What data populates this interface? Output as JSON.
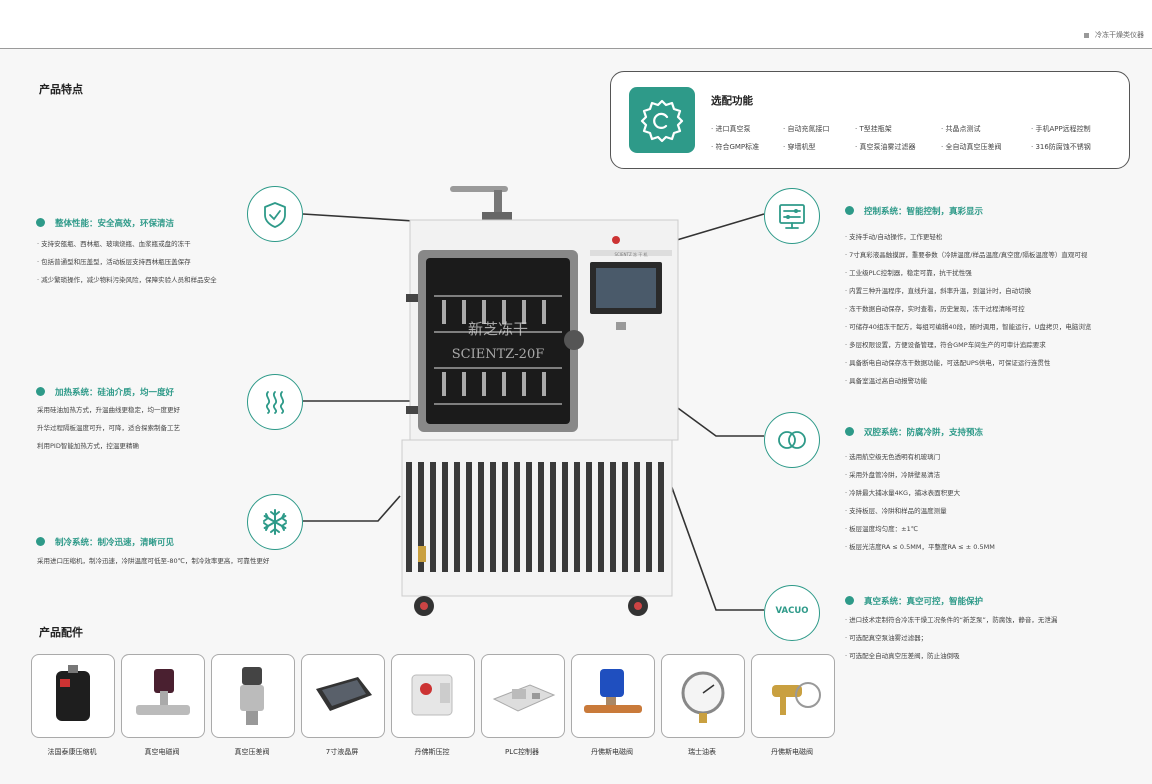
{
  "header": {
    "category": "冷冻干燥类仪器"
  },
  "features_heading": "产品特点",
  "options": {
    "title": "选配功能",
    "items": [
      "· 进口真空泵",
      "· 自动充氮接口",
      "· T型挂瓶架",
      "· 共晶点测试",
      "· 手机APP远程控制",
      "· 符合GMP标准",
      "· 穿墙机型",
      "· 真空泵油雾过滤器",
      "· 全自动真空压差阀",
      "· 316防腐蚀不锈钢"
    ]
  },
  "overall": {
    "title": "整体性能：安全高效，环保清洁",
    "lines": [
      "· 支持安瓿瓶、西林瓶、玻璃烧瓶、血浆瓶或盘的冻干",
      "· 包括普通型和压盖型，活动板层支持西林瓶压盖保存",
      "· 减少繁琐操作，减少物料污染风险，保障实验人员和样品安全"
    ]
  },
  "heating": {
    "title": "加热系统：硅油介质，均一度好",
    "lines": [
      "采用硅油加热方式，升温曲线更稳定，均一度更好",
      "升华过程隔板温度可升，可降，适合探索制备工艺",
      "利用PID智能加热方式，控温更精确"
    ]
  },
  "cooling": {
    "title": "制冷系统：制冷迅速，清晰可见",
    "lines": [
      "采用进口压缩机，制冷迅速，冷阱温度可低至-80℃，制冷效率更高，可靠性更好"
    ]
  },
  "control": {
    "title": "控制系统：智能控制，真彩显示",
    "lines": [
      "· 支持手动/自动操作，工作更轻松",
      "· 7寸真彩液晶触摸屏，重要参数（冷阱温度/样品温度/真空度/隔板温度等）直观可视",
      "· 工业级PLC控制器，稳定可靠，抗干扰性强",
      "· 内置三种升温程序，直线升温，斜率升温，到温计时，自动切换",
      "· 冻干数据自动保存，实时查看，历史复现，冻干过程清晰可控",
      "· 可储存40组冻干配方，每组可编辑40段，随时调用，智能运行，U盘拷贝，电脑浏览",
      "· 多层权限设置，方便设备管理，符合GMP车间生产的可审计追踪要求",
      "· 具备断电自动保存冻干数据功能，可选配UPS供电，可保证运行连贯性",
      "· 具备室温过高自动报警功能"
    ]
  },
  "dual": {
    "title": "双腔系统：防腐冷阱，支持预冻",
    "lines": [
      "· 选用航空级无色透明有机玻璃门",
      "· 采用外盘管冷阱，冷阱壁易清洁",
      "· 冷阱最大捕冰量4KG，捕冰表面积更大",
      "· 支持板层、冷阱和样品的温度测量",
      "· 板层温度均匀度：±1℃",
      "· 板层光洁度RA ≤ 0.5MM，平整度RA ≤ ± 0.5MM"
    ]
  },
  "vacuum": {
    "icon_text": "VACUO",
    "title": "真空系统：真空可控，智能保护",
    "lines": [
      "· 进口技术定制符合冷冻干燥工况条件的“新芝泵”，防腐蚀，静音，无泄漏",
      "· 可选配真空泵油雾过滤器；",
      "· 可选配全自动真空压差阀，防止油倒吸"
    ]
  },
  "machine": {
    "brand": "新芝冻干",
    "model": "SCIENTZ-20F",
    "panel_label": "SCIENTZ  冻 干 机"
  },
  "accessories_heading": "产品配件",
  "accessories": [
    "法国泰康压缩机",
    "真空电磁阀",
    "真空压差阀",
    "7寸液晶屏",
    "丹佛斯压控",
    "PLC控制器",
    "丹佛斯电磁阀",
    "瑞士油表",
    "丹佛斯电磁阀"
  ],
  "colors": {
    "accent": "#2e9a89",
    "background": "#f7f7f7"
  }
}
